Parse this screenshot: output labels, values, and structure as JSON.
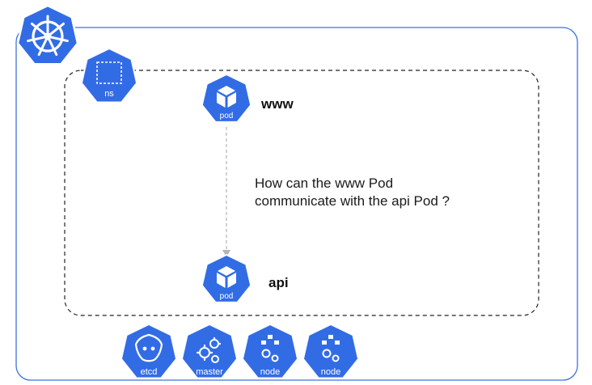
{
  "colors": {
    "k8s_blue": "#326ce5",
    "frame_blue": "#3d73d6",
    "arrow_gray": "#b4b4b4"
  },
  "cluster": {
    "icon": "kubernetes-helm-wheel-icon"
  },
  "namespace": {
    "label": "ns",
    "icon": "namespace-icon"
  },
  "pods": {
    "www": {
      "icon_label": "pod",
      "name": "www"
    },
    "api": {
      "icon_label": "pod",
      "name": "api"
    }
  },
  "question": {
    "line1": "How can the www Pod",
    "line2": "communicate with the api Pod ?"
  },
  "components": {
    "etcd": "etcd",
    "master": "master",
    "node1": "node",
    "node2": "node"
  }
}
